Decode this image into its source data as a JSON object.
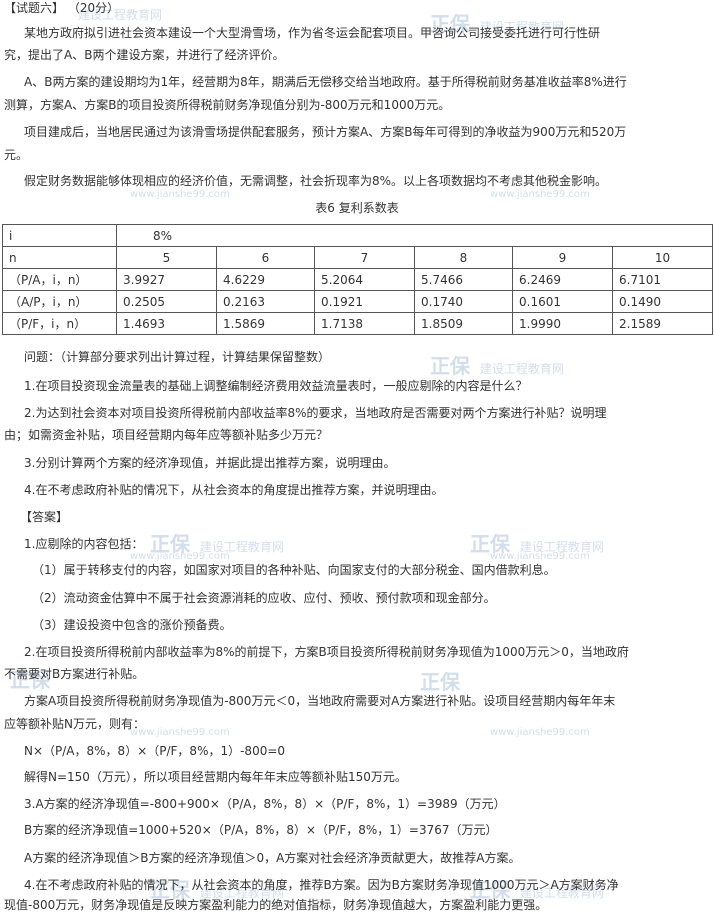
{
  "header": {
    "label": "【试题六】",
    "score": "（20分）"
  },
  "intro": [
    "某地方政府拟引进社会资本建设一个大型滑雪场，作为省冬运会配套项目。甲咨询公司接受委托进行可行性研",
    "究，提出了A、B两个建设方案，并进行了经济评价。",
    "A、B两方案的建设期均为1年，经营期为8年，期满后无偿移交给当地政府。基于所得税前财务基准收益率8%进行",
    "测算，方案A、方案B的项目投资所得税前财务净现值分别为-800万元和1000万元。",
    "项目建成后，当地居民通过为该滑雪场提供配套服务，预计方案A、方案B每年可得到的净收益为900万元和520万",
    "元。",
    "假定财务数据能够体现相应的经济价值，无需调整，社会折现率为8%。以上各项数据均不考虑其他税金影响。"
  ],
  "table": {
    "caption": "表6   复利系数表",
    "i_label": "i",
    "i_value": "8%",
    "n_label": "n",
    "n_values": [
      "5",
      "6",
      "7",
      "8",
      "9",
      "10"
    ],
    "rows": [
      {
        "label": "（P/A，i，n）",
        "values": [
          "3.9927",
          "4.6229",
          "5.2064",
          "5.7466",
          "6.2469",
          "6.7101"
        ]
      },
      {
        "label": "（A/P，i，n）",
        "values": [
          "0.2505",
          "0.2163",
          "0.1921",
          "0.1740",
          "0.1601",
          "0.1490"
        ]
      },
      {
        "label": "（P/F，i，n）",
        "values": [
          "1.4693",
          "1.5869",
          "1.7138",
          "1.8509",
          "1.9990",
          "2.1589"
        ]
      }
    ]
  },
  "questions": {
    "heading": "问题：（计算部分要求列出计算过程，计算结果保留整数）",
    "lines": [
      "1.在项目投资现金流量表的基础上调整编制经济费用效益流量表时，一般应剔除的内容是什么？",
      "2.为达到社会资本对项目投资所得税前内部收益率8%的要求，当地政府是否需要对两个方案进行补贴？说明理",
      "由；如需资金补贴，项目经营期内每年应等额补贴多少万元？",
      "3.分别计算两个方案的经济净现值，并据此提出推荐方案，说明理由。",
      "4.在不考虑政府补贴的情况下，从社会资本的角度提出推荐方案，并说明理由。"
    ]
  },
  "answers": {
    "heading": "【答案】",
    "lines": [
      "1.应剔除的内容包括：",
      "（1）属于转移支付的内容，如国家对项目的各种补贴、向国家支付的大部分税金、国内借款利息。",
      "（2）流动资金估算中不属于社会资源消耗的应收、应付、预收、预付款项和现金部分。",
      "（3）建设投资中包含的涨价预备费。",
      "2.在项目投资所得税前内部收益率为8%的前提下，方案B项目投资所得税前财务净现值为1000万元＞0，当地政府",
      "不需要对B方案进行补贴。",
      "方案A项目投资所得税前财务净现值为-800万元＜0，当地政府需要对A方案进行补贴。设项目经营期内每年年末",
      "应等额补贴N万元，则有：",
      "N×（P/A，8%，8）×（P/F，8%，1）-800=0",
      "解得N=150（万元），所以项目经营期内每年年末应等额补贴150万元。",
      "3.A方案的经济净现值=-800+900×（P/A，8%，8）×（P/F，8%，1）=3989（万元）",
      "B方案的经济净现值=1000+520×（P/A，8%，8）×（P/F，8%，1）=3767（万元）",
      "A方案的经济净现值＞B方案的经济净现值＞0，A方案对社会经济净贡献更大，故推荐A方案。",
      "4.在不考虑政府补贴的情况下，从社会资本的角度，推荐B方案。因为B方案财务净现值1000万元＞A方案财务净",
      "现值-800万元，财务净现值是反映方案盈利能力的绝对值指标，财务净现值越大，方案盈利能力更强。"
    ]
  },
  "watermark": {
    "brand": "正保",
    "name": "建设工程教育网",
    "url": "www.jianshe99.com",
    "color": "#c9d6e8"
  }
}
